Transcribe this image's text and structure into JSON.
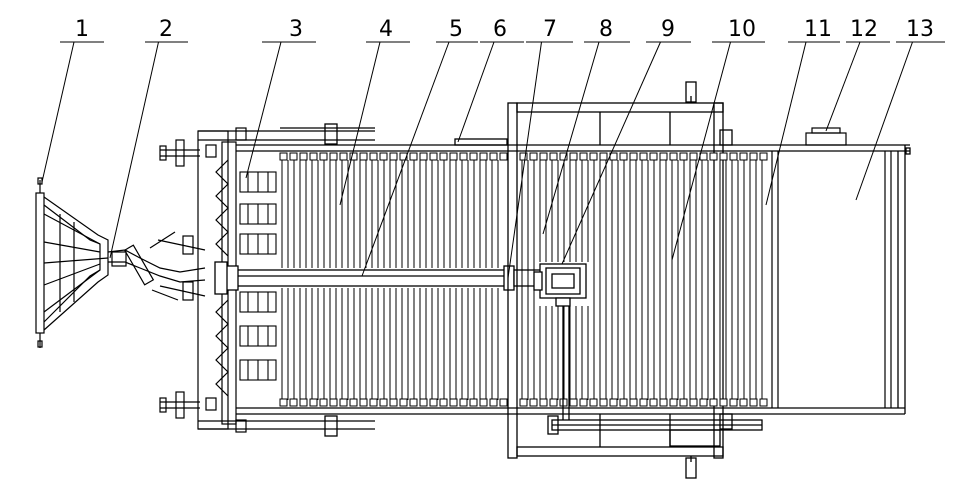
{
  "labels": [
    {
      "id": 1,
      "text": "1"
    },
    {
      "id": 2,
      "text": "2"
    },
    {
      "id": 3,
      "text": "3"
    },
    {
      "id": 4,
      "text": "4"
    },
    {
      "id": 5,
      "text": "5"
    },
    {
      "id": 6,
      "text": "6"
    },
    {
      "id": 7,
      "text": "7"
    },
    {
      "id": 8,
      "text": "8"
    },
    {
      "id": 9,
      "text": "9"
    },
    {
      "id": 10,
      "text": "10"
    },
    {
      "id": 11,
      "text": "11"
    },
    {
      "id": 12,
      "text": "12"
    },
    {
      "id": 13,
      "text": "13"
    }
  ]
}
